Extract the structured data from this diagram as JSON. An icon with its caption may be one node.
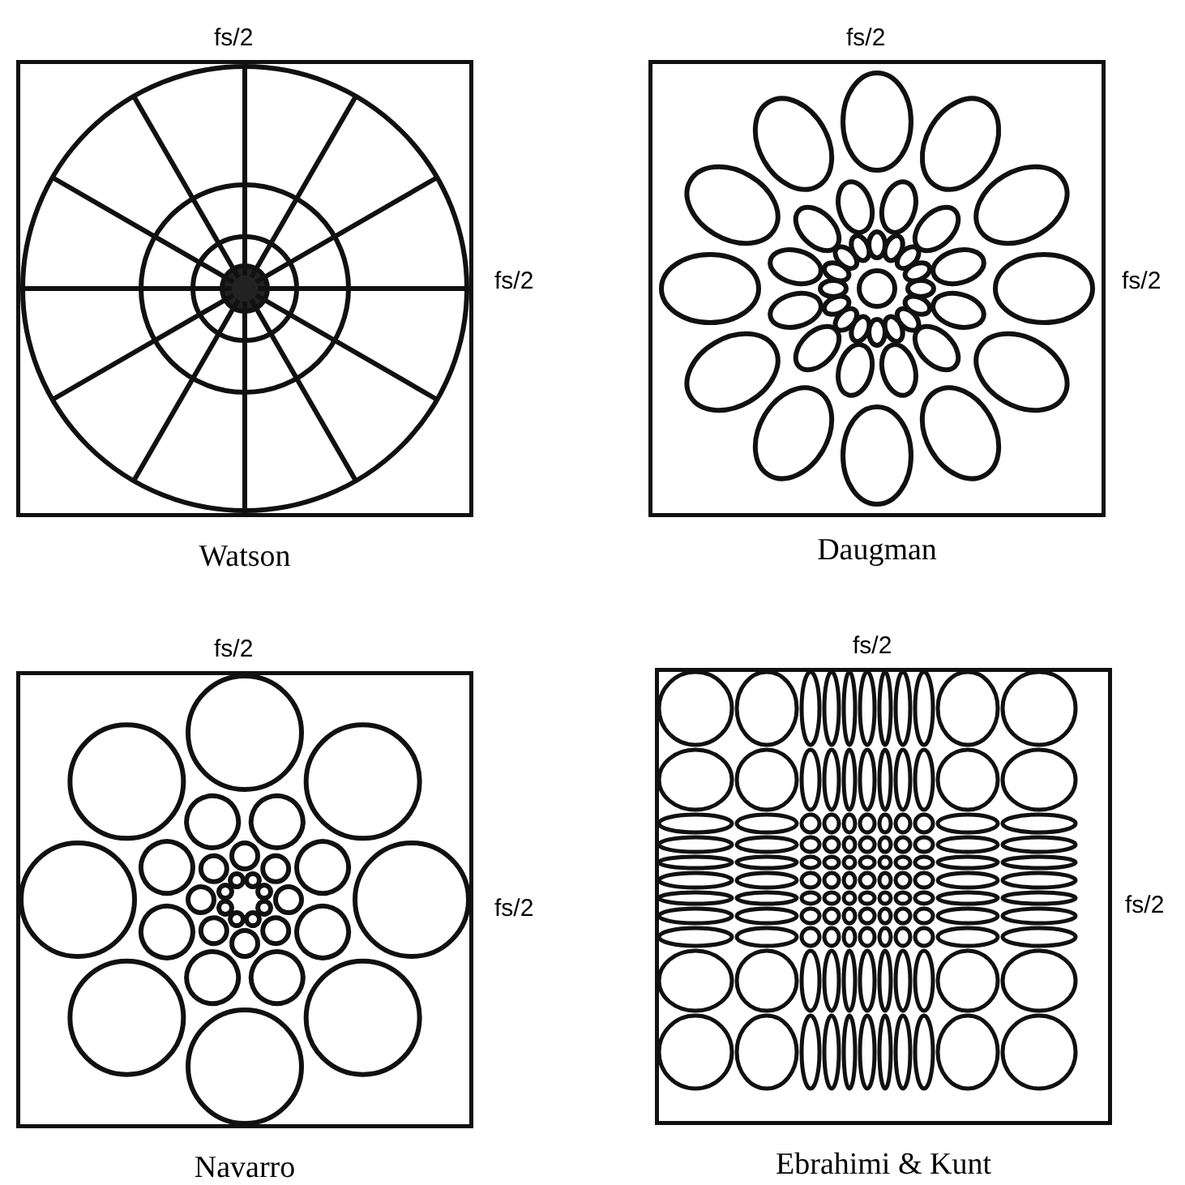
{
  "diagram": {
    "nodes": [
      {
        "text": [
          "Watson"
        ],
        "beside": [
          "fs/2",
          "fs/2"
        ]
      },
      {
        "text": [
          "Daugman"
        ],
        "beside": [
          "fs/2",
          "fs/2"
        ]
      },
      {
        "text": [
          "Navarro"
        ],
        "beside": [
          "fs/2",
          "fs/2"
        ]
      },
      {
        "text": [
          "Ebrahimi & Kunt"
        ],
        "beside": [
          "fs/2",
          "fs/2"
        ]
      }
    ]
  }
}
